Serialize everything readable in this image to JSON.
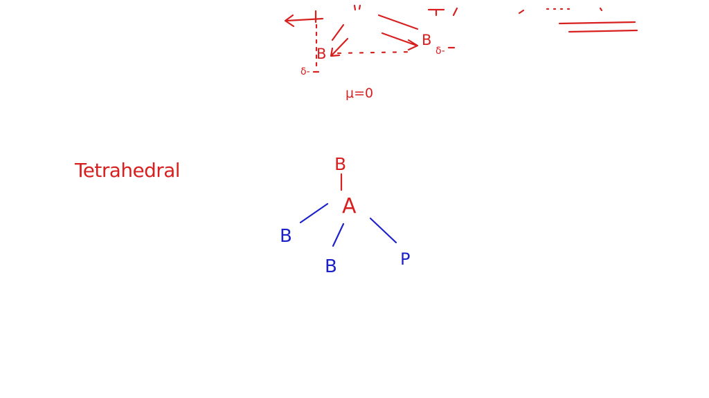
{
  "top_sketch": {
    "atom_left": "B",
    "atom_left_partial": "δ-",
    "atom_right": "B",
    "atom_right_partial": "δ-",
    "dipole_result": "μ=0"
  },
  "tetrahedral": {
    "label": "Tetrahedral",
    "central_atom": "A",
    "top_atom": "B",
    "left_atom": "B",
    "bottom_atom": "B",
    "right_atom": "P"
  },
  "colors": {
    "red_ink": "#d81f1f",
    "blue_ink": "#1d22c8",
    "background": "#ffffff"
  }
}
